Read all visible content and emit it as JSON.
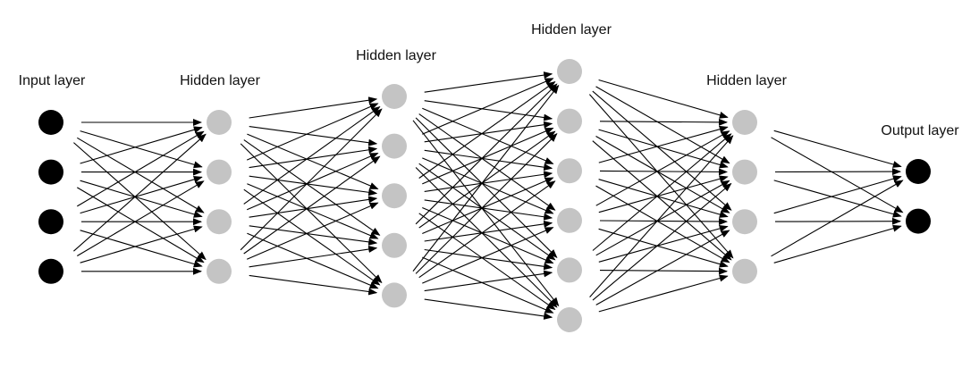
{
  "colors": {
    "io_node": "#000000",
    "hidden_node": "#c4c4c4",
    "edge": "#000000"
  },
  "layers": [
    {
      "label": "Input layer",
      "nodes": 4,
      "kind": "io"
    },
    {
      "label": "Hidden layer",
      "nodes": 4,
      "kind": "hidden"
    },
    {
      "label": "Hidden layer",
      "nodes": 5,
      "kind": "hidden"
    },
    {
      "label": "Hidden layer",
      "nodes": 6,
      "kind": "hidden"
    },
    {
      "label": "Hidden layer",
      "nodes": 4,
      "kind": "hidden"
    },
    {
      "label": "Output layer",
      "nodes": 2,
      "kind": "io"
    }
  ],
  "connectivity": "fully-connected"
}
